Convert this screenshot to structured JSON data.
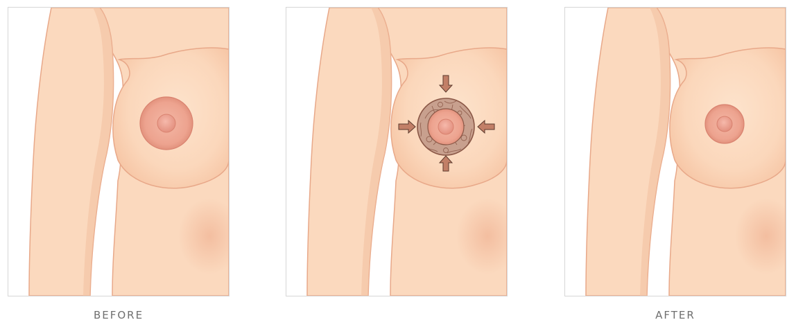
{
  "captions": {
    "before": "BEFORE",
    "during": "",
    "after": "AFTER"
  },
  "colors": {
    "skin": "#fbd9be",
    "skin_shadow": "#f6c5a6",
    "skin_outline": "#e8a889",
    "areola": "#eda38f",
    "areola_outline": "#d9826f",
    "nipple": "#e99b8c",
    "tissue_ring": "#c8a08e",
    "tissue_outline": "#8a5746",
    "arrow": "#c27f67",
    "arrow_outline": "#5c3a2d",
    "caption_text": "#6f6f6f",
    "panel_border": "#d6d6d6"
  },
  "panels": [
    {
      "id": "before",
      "areola_scale": 1.0,
      "shows_incision": false
    },
    {
      "id": "during",
      "areola_scale": 1.0,
      "shows_incision": true
    },
    {
      "id": "after",
      "areola_scale": 0.72,
      "shows_incision": false
    }
  ]
}
